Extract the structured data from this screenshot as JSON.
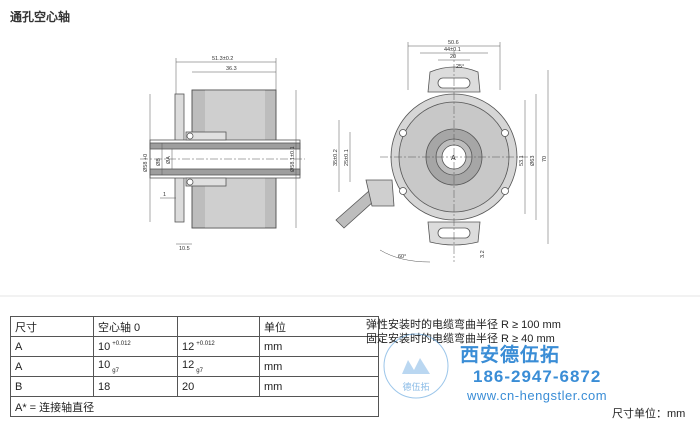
{
  "title": "通孔空心轴",
  "side_view": {
    "dims": {
      "overall_length": "51.3±0.2",
      "body_length": "36.3",
      "flange_dia": "Ø58 +0",
      "mount_dia": "Ø58.1±0.1",
      "shaft_a": "ØA",
      "shaft_b": "ØB",
      "step": "1",
      "offset": "10.5"
    }
  },
  "front_view": {
    "dims": {
      "width_total": "50.6",
      "width_mid": "44±0.1",
      "width_slot": "20",
      "angle_top": "25°",
      "h1": "35±0.2",
      "h2": "25±0.1",
      "h3": "53.1",
      "h4": "Ø63",
      "h5": "70",
      "bottom": "3.2",
      "angle_cable": "60°",
      "shaft_label": "A"
    }
  },
  "table": {
    "headers": [
      "尺寸",
      "空心轴 0",
      "",
      "单位"
    ],
    "rows": [
      {
        "label": "A",
        "v1": "10",
        "v1_mark": "+0.012",
        "v1_pos": "sup",
        "v2": "12",
        "v2_mark": "+0.012",
        "v2_pos": "sup",
        "unit": "mm"
      },
      {
        "label": "A",
        "v1": "10",
        "v1_mark": "g7",
        "v1_pos": "sub",
        "v2": "12",
        "v2_mark": "g7",
        "v2_pos": "sub",
        "unit": "mm"
      },
      {
        "label": "B",
        "v1": "18",
        "v1_mark": "",
        "v1_pos": "",
        "v2": "20",
        "v2_mark": "",
        "v2_pos": "",
        "unit": "mm"
      }
    ],
    "footnote": "A* = 连接轴直径"
  },
  "notes": {
    "line1": "弹性安装时的电缆弯曲半径 R ≥ 100 mm",
    "line2": "固定安装时的电缆弯曲半径 R ≥ 40 mm"
  },
  "watermark": {
    "company": "西安德伍拓",
    "phone": "186-2947-6872",
    "site": "www.cn-hengstler.com",
    "logo_text": "德伍拓"
  },
  "unit_note": "尺寸单位：mm",
  "colors": {
    "line": "#555555",
    "fill": "#bdbdbd",
    "fill_light": "#dcdcdc",
    "watermark": "#3a8dd6"
  }
}
